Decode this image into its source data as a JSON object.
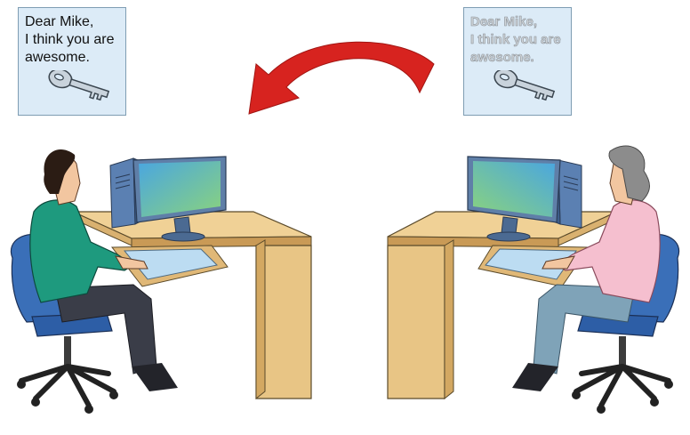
{
  "left_card": {
    "line1": "Dear Mike,",
    "line2": "I think you are",
    "line3": "awesome."
  },
  "right_card": {
    "line1": "Dear Mike,",
    "line2": "I think you are",
    "line3": "awesome."
  },
  "colors": {
    "card_fill": "#dcebf7",
    "arrow": "#d7231f",
    "desk": "#e8c585",
    "monitor_screen": "#57b9c3"
  },
  "icons": {
    "key": "key-icon",
    "arrow": "curved-arrow-icon"
  }
}
